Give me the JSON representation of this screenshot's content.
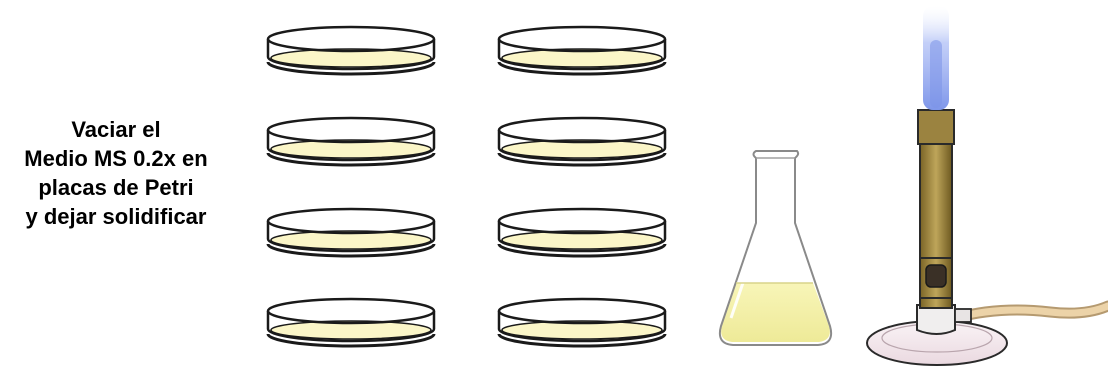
{
  "instruction": {
    "lines": [
      "Vaciar el",
      "Medio MS 0.2x en",
      "placas de Petri",
      "y dejar solidificar"
    ]
  },
  "petri_plates": {
    "columns": 2,
    "rows": 4,
    "medium_color": "#fbf6c8"
  },
  "flask": {
    "liquid_color": "#f6f2a8"
  },
  "burner": {
    "flame_color": "#9ab0f0",
    "barrel_color": "#a08a42",
    "tubing_color": "#ecd3a8"
  }
}
